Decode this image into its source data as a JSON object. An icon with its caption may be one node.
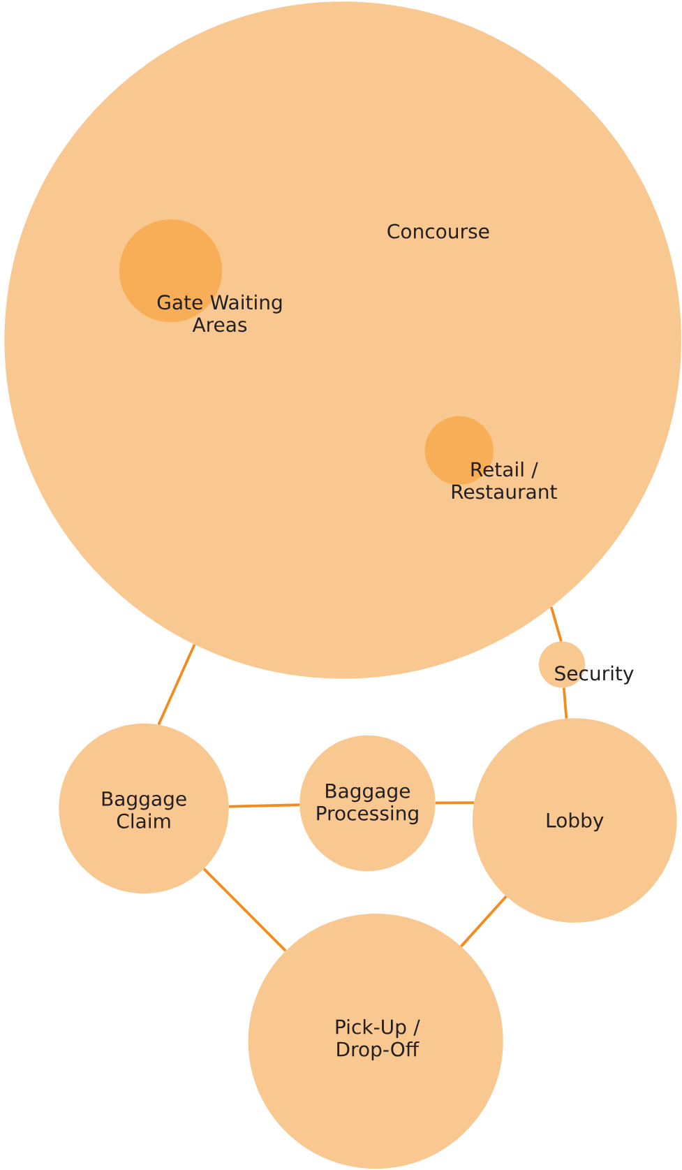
{
  "diagram": {
    "nodes": [
      {
        "text": [
          "Concourse"
        ]
      },
      {
        "text": [
          "Gate Waiting Areas"
        ],
        "in": 0
      },
      {
        "text": [
          "Retail / Restaurant"
        ],
        "in": 0
      },
      {
        "text": [
          "Security"
        ]
      },
      {
        "text": [
          "Baggage Claim"
        ]
      },
      {
        "text": [
          "Baggage Processing"
        ]
      },
      {
        "text": [
          "Lobby"
        ]
      },
      {
        "text": [
          "Pick-Up / Drop-Off"
        ]
      }
    ],
    "edges": [
      {
        "from": 0,
        "to": 4,
        "arrow": "none"
      },
      {
        "from": 0,
        "to": 3,
        "arrow": "none"
      },
      {
        "from": 3,
        "to": 6,
        "arrow": "none"
      },
      {
        "from": 4,
        "to": 5,
        "arrow": "none"
      },
      {
        "from": 5,
        "to": 6,
        "arrow": "none"
      },
      {
        "from": 4,
        "to": 7,
        "arrow": "none"
      },
      {
        "from": 6,
        "to": 7,
        "arrow": "none"
      }
    ]
  }
}
